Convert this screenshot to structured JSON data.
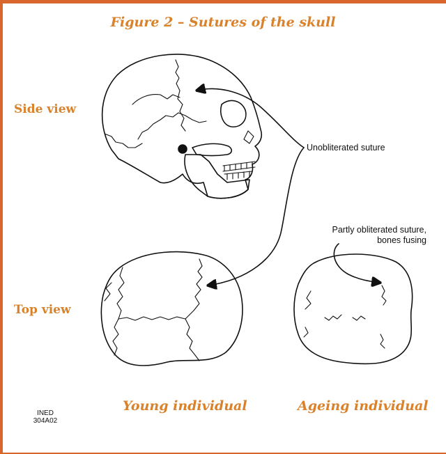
{
  "figure": {
    "title": "Figure 2 – Sutures of the skull",
    "row_labels": {
      "side": "Side view",
      "top": "Top view"
    },
    "annotations": {
      "unobliterated": "Unobliterated suture",
      "partly_line1": "Partly obliterated suture,",
      "partly_line2": "bones fusing"
    },
    "captions": {
      "young": "Young individual",
      "ageing": "Ageing individual"
    },
    "credit": {
      "line1": "INED",
      "line2": "304A02"
    },
    "colors": {
      "accent": "#D9822B",
      "border": "#D9662F",
      "line": "#111111"
    }
  }
}
